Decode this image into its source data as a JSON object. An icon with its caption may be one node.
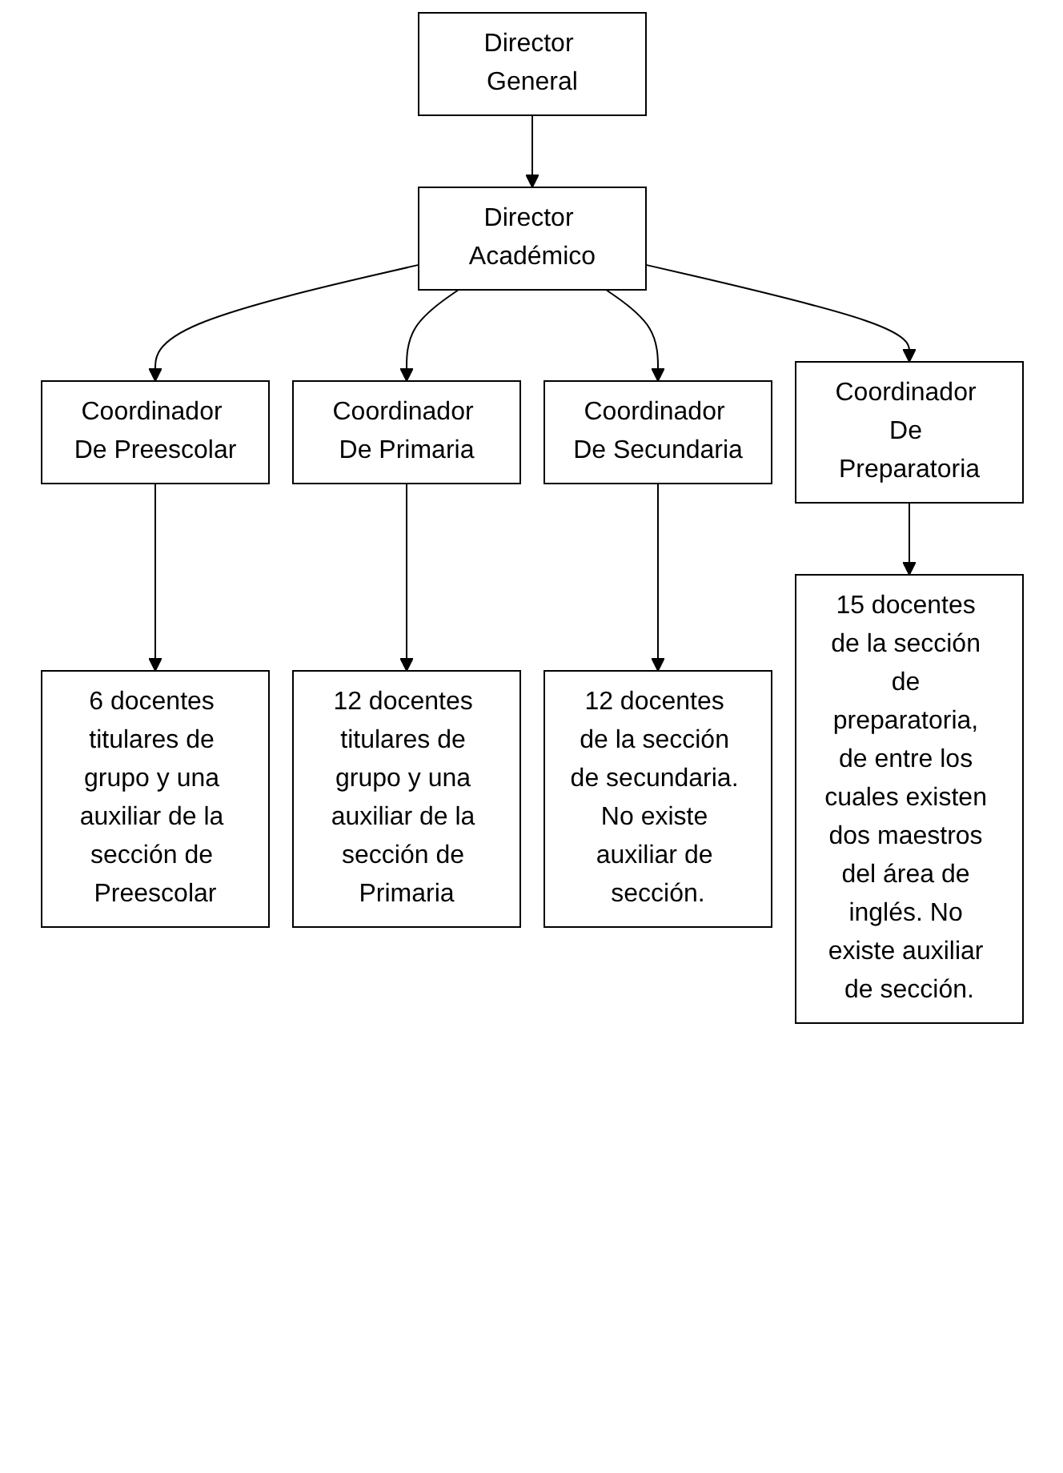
{
  "diagram": {
    "nodes": [
      {
        "text": [
          "Director General"
        ]
      },
      {
        "text": [
          "Director Académico"
        ]
      },
      {
        "text": [
          "Coordinador De Preescolar"
        ]
      },
      {
        "text": [
          "Coordinador De Primaria"
        ]
      },
      {
        "text": [
          "Coordinador De Secundaria"
        ]
      },
      {
        "text": [
          "Coordinador De Preparatoria"
        ]
      },
      {
        "text": [
          "6 docentes titulares de grupo y una auxiliar de la sección de Preescolar"
        ]
      },
      {
        "text": [
          "12 docentes titulares de grupo y una auxiliar de la sección de Primaria"
        ]
      },
      {
        "text": [
          "12 docentes de la sección de secundaria. No existe auxiliar de sección."
        ]
      },
      {
        "text": [
          "15 docentes de la sección de preparatoria, de entre los cuales existen dos maestros del área de inglés. No existe auxiliar de sección."
        ]
      }
    ],
    "edges": [
      {
        "from": 0,
        "to": 1,
        "arrow": "to"
      },
      {
        "from": 1,
        "to": 2,
        "arrow": "to"
      },
      {
        "from": 1,
        "to": 3,
        "arrow": "to"
      },
      {
        "from": 1,
        "to": 4,
        "arrow": "to"
      },
      {
        "from": 1,
        "to": 5,
        "arrow": "to"
      },
      {
        "from": 2,
        "to": 6,
        "arrow": "to"
      },
      {
        "from": 3,
        "to": 7,
        "arrow": "to"
      },
      {
        "from": 4,
        "to": 8,
        "arrow": "to"
      },
      {
        "from": 5,
        "to": 9,
        "arrow": "to"
      }
    ]
  }
}
